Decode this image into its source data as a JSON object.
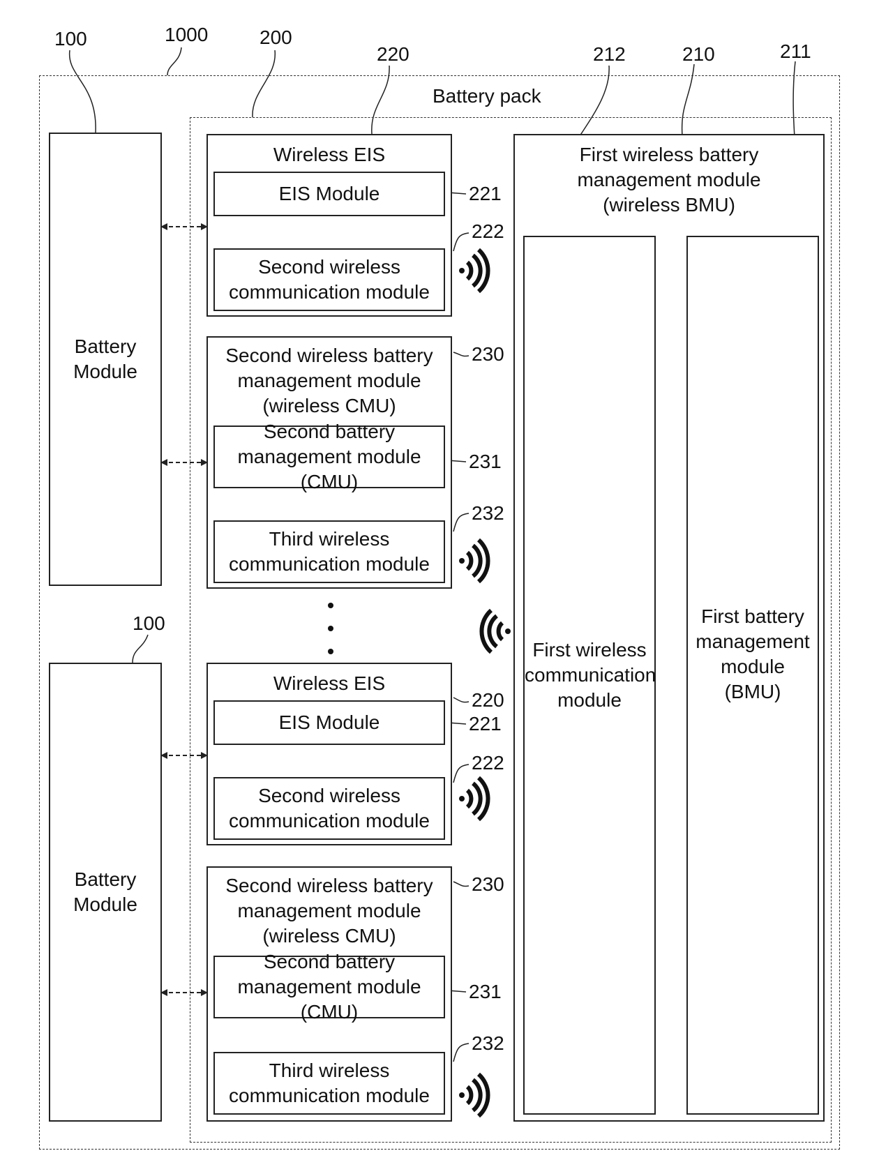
{
  "diagram": {
    "pack_label": "Battery pack",
    "refs": {
      "pack": "1000",
      "battery_module": "100",
      "system": "200",
      "wireless_eis": "220",
      "eis_module": "221",
      "second_wireless_comm": "222",
      "wireless_cmu": "230",
      "cmu": "231",
      "third_wireless_comm": "232",
      "wireless_bmu": "210",
      "bmu": "211",
      "first_wireless_comm": "212"
    },
    "battery_module_label": "Battery Module",
    "wireless_eis": {
      "title": "Wireless EIS",
      "eis_module": "EIS Module",
      "second_wireless_comm": "Second wireless communication module"
    },
    "wireless_cmu": {
      "title": "Second wireless battery management module (wireless CMU)",
      "cmu": "Second battery management module (CMU)",
      "third_wireless_comm": "Third wireless communication module"
    },
    "wireless_bmu": {
      "title": "First wireless battery management module (wireless BMU)",
      "first_wireless_comm": "First wireless communication module",
      "bmu": "First battery management module (BMU)"
    },
    "colors": {
      "line": "#222222",
      "background": "#ffffff"
    },
    "icons": [
      "wireless-signal-icon",
      "bidirectional-arrow-icon",
      "vertical-ellipsis-icon"
    ]
  }
}
